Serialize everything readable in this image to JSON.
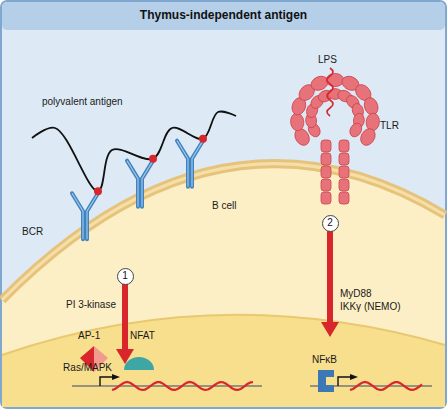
{
  "diagram": {
    "title": "Thymus-independent antigen",
    "nodes": [
      {
        "text": [
          "1"
        ]
      },
      {
        "text": [
          "2"
        ]
      }
    ],
    "labels": [
      "polyvalent antigen",
      "LPS",
      "TLR",
      "BCR",
      "B cell",
      "PI 3-kinase",
      "Ras/MAPK",
      "MyD88",
      "IKKγ (NEMO)",
      "AP-1",
      "NFAT",
      "NFκB"
    ]
  }
}
